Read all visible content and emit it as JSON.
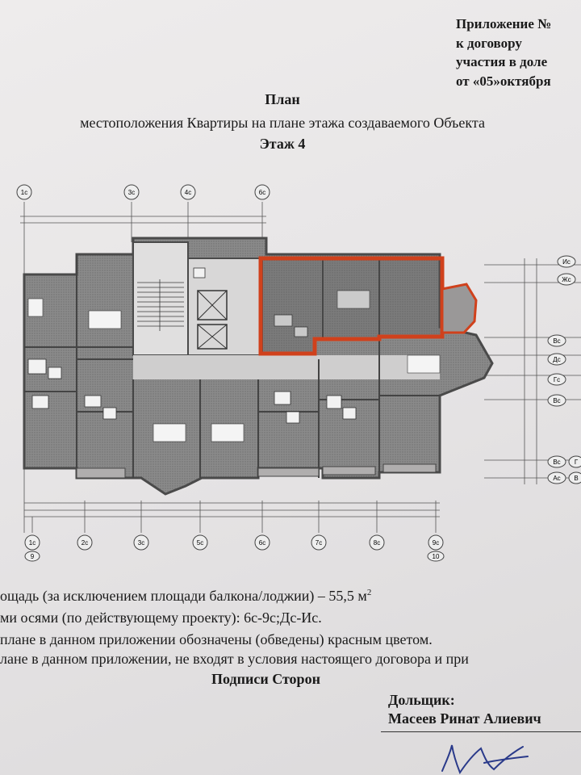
{
  "header": {
    "appendix_lines": [
      "Приложение №",
      "к договору",
      "участия в доле",
      "от «05»октября"
    ]
  },
  "title": {
    "line1": "План",
    "line2": "местоположения Квартиры на плане этажа создаваемого Объекта",
    "line3": "Этаж 4"
  },
  "plan": {
    "top_axes": [
      "1с",
      "3с",
      "4с",
      "6с"
    ],
    "bottom_axes": [
      "1с",
      "2с",
      "3с",
      "5с",
      "6с",
      "7с",
      "8с",
      "9с"
    ],
    "bottom_axis_numbers": [
      "9",
      "10"
    ],
    "right_axes": [
      "Ис",
      "Жс",
      "Вс",
      "Дс",
      "Гс",
      "Вс",
      "Вс",
      "Ас"
    ],
    "right_axes_outer": [
      "Г",
      "В"
    ],
    "apartment_outline_color": "#d0411c",
    "wall_color": "#5c5c5c",
    "hatch_color": "#7a7a7a"
  },
  "text": {
    "area": "ощадь (за исключением площади балкона/лоджии) – 55,5 м",
    "area_sup": "2",
    "axes": "ми осями (по действующему проекту): 6с-9с;Дс-Ис.",
    "note1": " плане в данном приложении обозначены (обведены) красным цветом.",
    "note2": "лане в данном приложении, не входят в условия настоящего договора и при"
  },
  "signatures": {
    "title": "Подписи Сторон",
    "party_label": "Дольщик:",
    "party_name": "Масеев Ринат Алиевич"
  }
}
